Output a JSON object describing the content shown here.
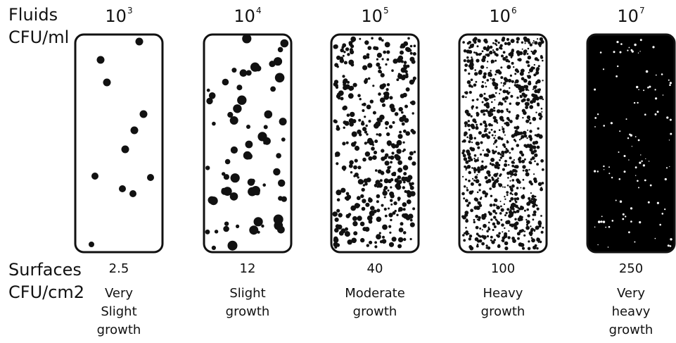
{
  "labels": {
    "fluids": "Fluids",
    "fluids_unit": "CFU/ml",
    "surfaces": "Surfaces",
    "surfaces_unit": "CFU/cm2"
  },
  "plates": [
    {
      "base": "10",
      "exponent": "3",
      "surface_value": "2.5",
      "growth": [
        "Very",
        "Slight",
        "growth"
      ],
      "density": "very slight",
      "fill_color": "#ffffff",
      "colony_color": "#111111"
    },
    {
      "base": "10",
      "exponent": "4",
      "surface_value": "12",
      "growth": [
        "Slight",
        "growth"
      ],
      "density": "slight",
      "fill_color": "#ffffff",
      "colony_color": "#111111"
    },
    {
      "base": "10",
      "exponent": "5",
      "surface_value": "40",
      "growth": [
        "Moderate",
        "growth"
      ],
      "density": "moderate",
      "fill_color": "#ffffff",
      "colony_color": "#111111"
    },
    {
      "base": "10",
      "exponent": "6",
      "surface_value": "100",
      "growth": [
        "Heavy",
        "growth"
      ],
      "density": "heavy",
      "fill_color": "#ffffff",
      "colony_color": "#111111"
    },
    {
      "base": "10",
      "exponent": "7",
      "surface_value": "250",
      "growth": [
        "Very",
        "heavy",
        "growth"
      ],
      "density": "very heavy",
      "fill_color": "#000000",
      "colony_color": "#ffffff"
    }
  ]
}
